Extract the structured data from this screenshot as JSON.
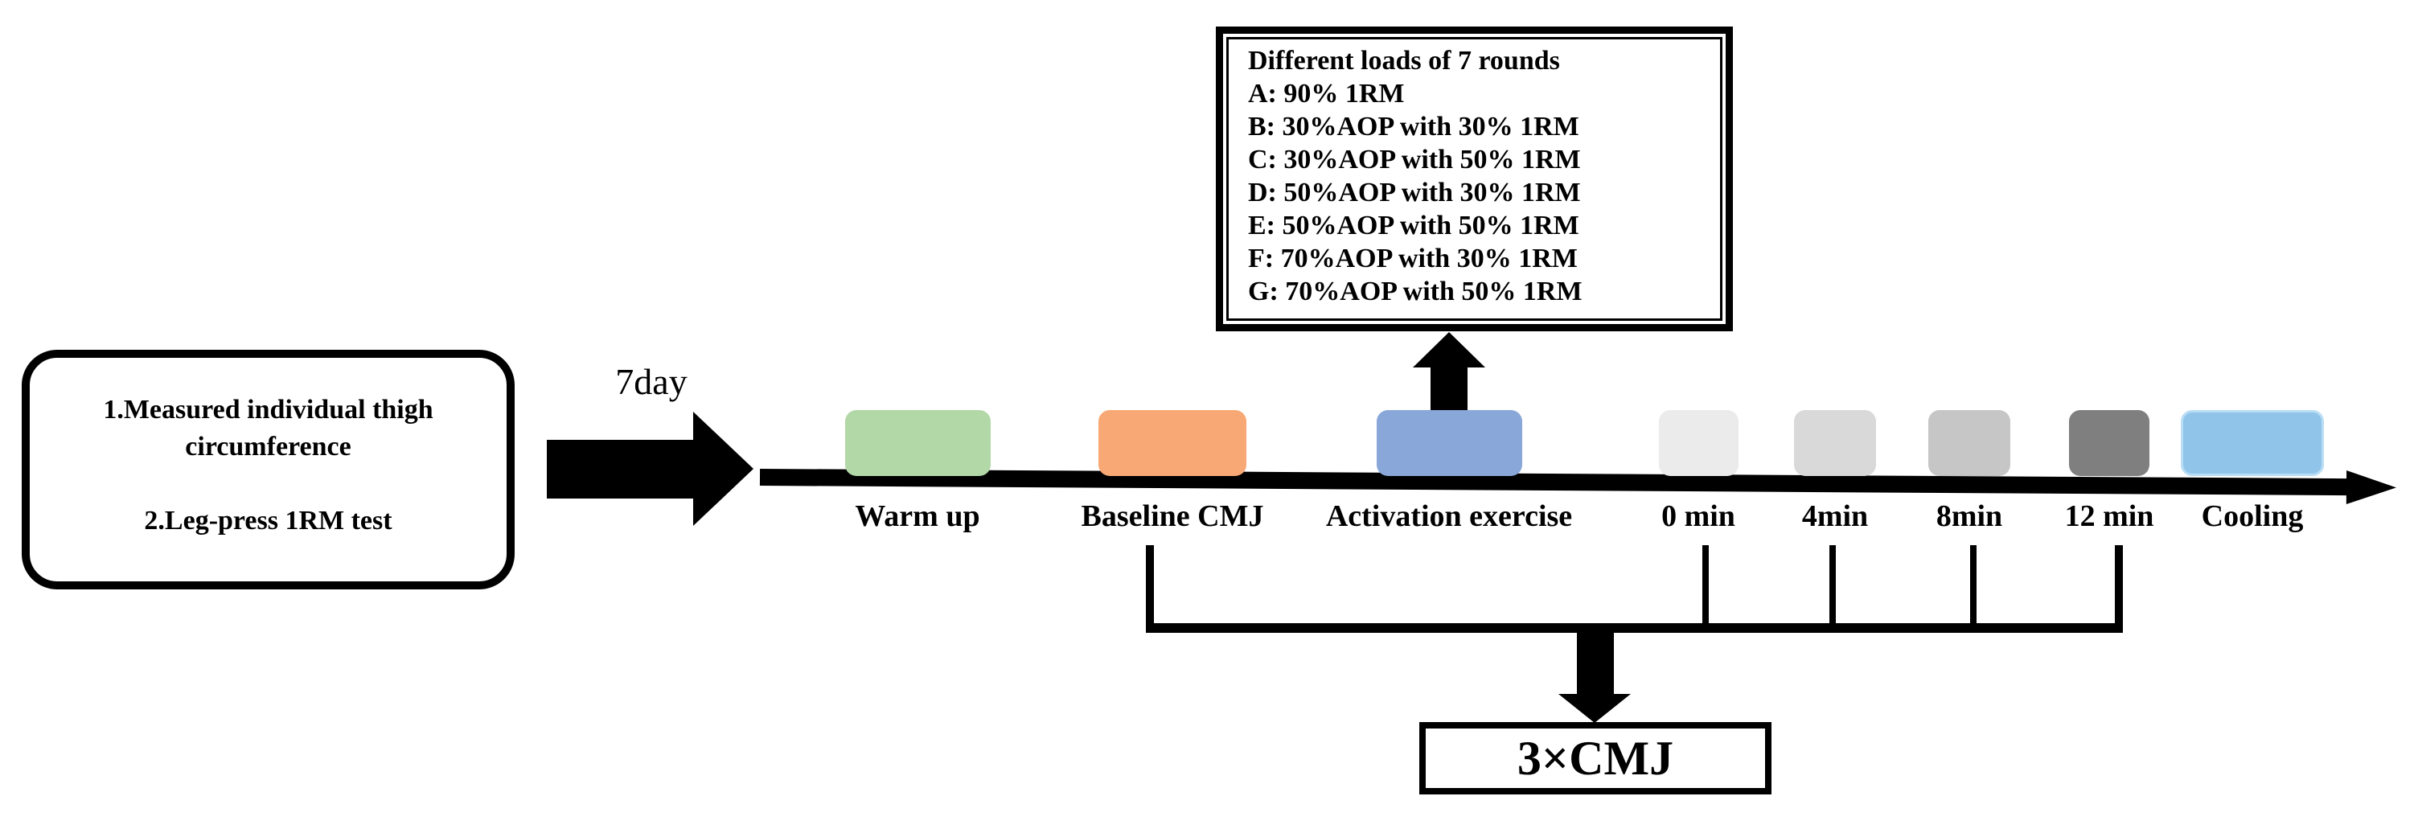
{
  "background_color": "#ffffff",
  "line_color": "#000000",
  "pretest_box": {
    "lines": [
      "1.Measured individual thigh",
      "circumference",
      "2.Leg-press 1RM test"
    ]
  },
  "interval_label": "7day",
  "loads_box": {
    "title": "Different loads of 7 rounds",
    "items": [
      "A: 90% 1RM",
      "B: 30%AOP with 30% 1RM",
      "C: 30%AOP with 50% 1RM",
      "D: 50%AOP with 30% 1RM",
      "E: 50%AOP with 50% 1RM",
      "F: 70%AOP with 30% 1RM",
      "G: 70%AOP with 50% 1RM"
    ]
  },
  "timeline": {
    "events": [
      {
        "label": "Warm up",
        "color": "#b2d8a8"
      },
      {
        "label": "Baseline CMJ",
        "color": "#f8a874"
      },
      {
        "label": "Activation exercise",
        "color": "#89a7d8"
      },
      {
        "label": "0 min",
        "color": "#ebebeb"
      },
      {
        "label": "4min",
        "color": "#d9d9d9"
      },
      {
        "label": "8min",
        "color": "#c6c6c6"
      },
      {
        "label": "12 min",
        "color": "#7f7f7f"
      },
      {
        "label": "Cooling",
        "color": "#90c5e9"
      }
    ],
    "cooling_border_color": "#b9ddf5"
  },
  "cmj_box": {
    "label": "3×CMJ"
  }
}
